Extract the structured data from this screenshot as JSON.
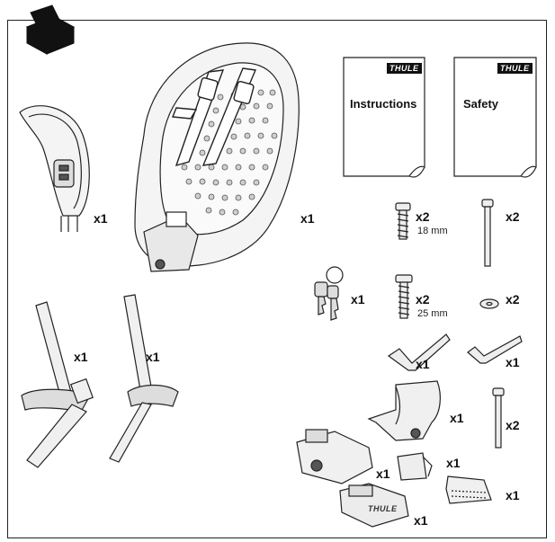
{
  "brand_label": "THULE",
  "documents": [
    {
      "title": "Instructions"
    },
    {
      "title": "Safety"
    }
  ],
  "quantities": {
    "headrest": "x1",
    "seat": "x1",
    "screw_short": "x2",
    "screw_short_size": "18 mm",
    "pin": "x2",
    "keys": "x1",
    "screw_long": "x2",
    "screw_long_size": "25 mm",
    "washer": "x2",
    "footrest_left": "x1",
    "footrest_right": "x1",
    "hex_key_large": "x1",
    "hex_key_small": "x1",
    "bracket": "x1",
    "rod": "x2",
    "mount_adapter": "x1",
    "clip": "x1",
    "quick_release": "x1",
    "mount_cover": "x1"
  }
}
